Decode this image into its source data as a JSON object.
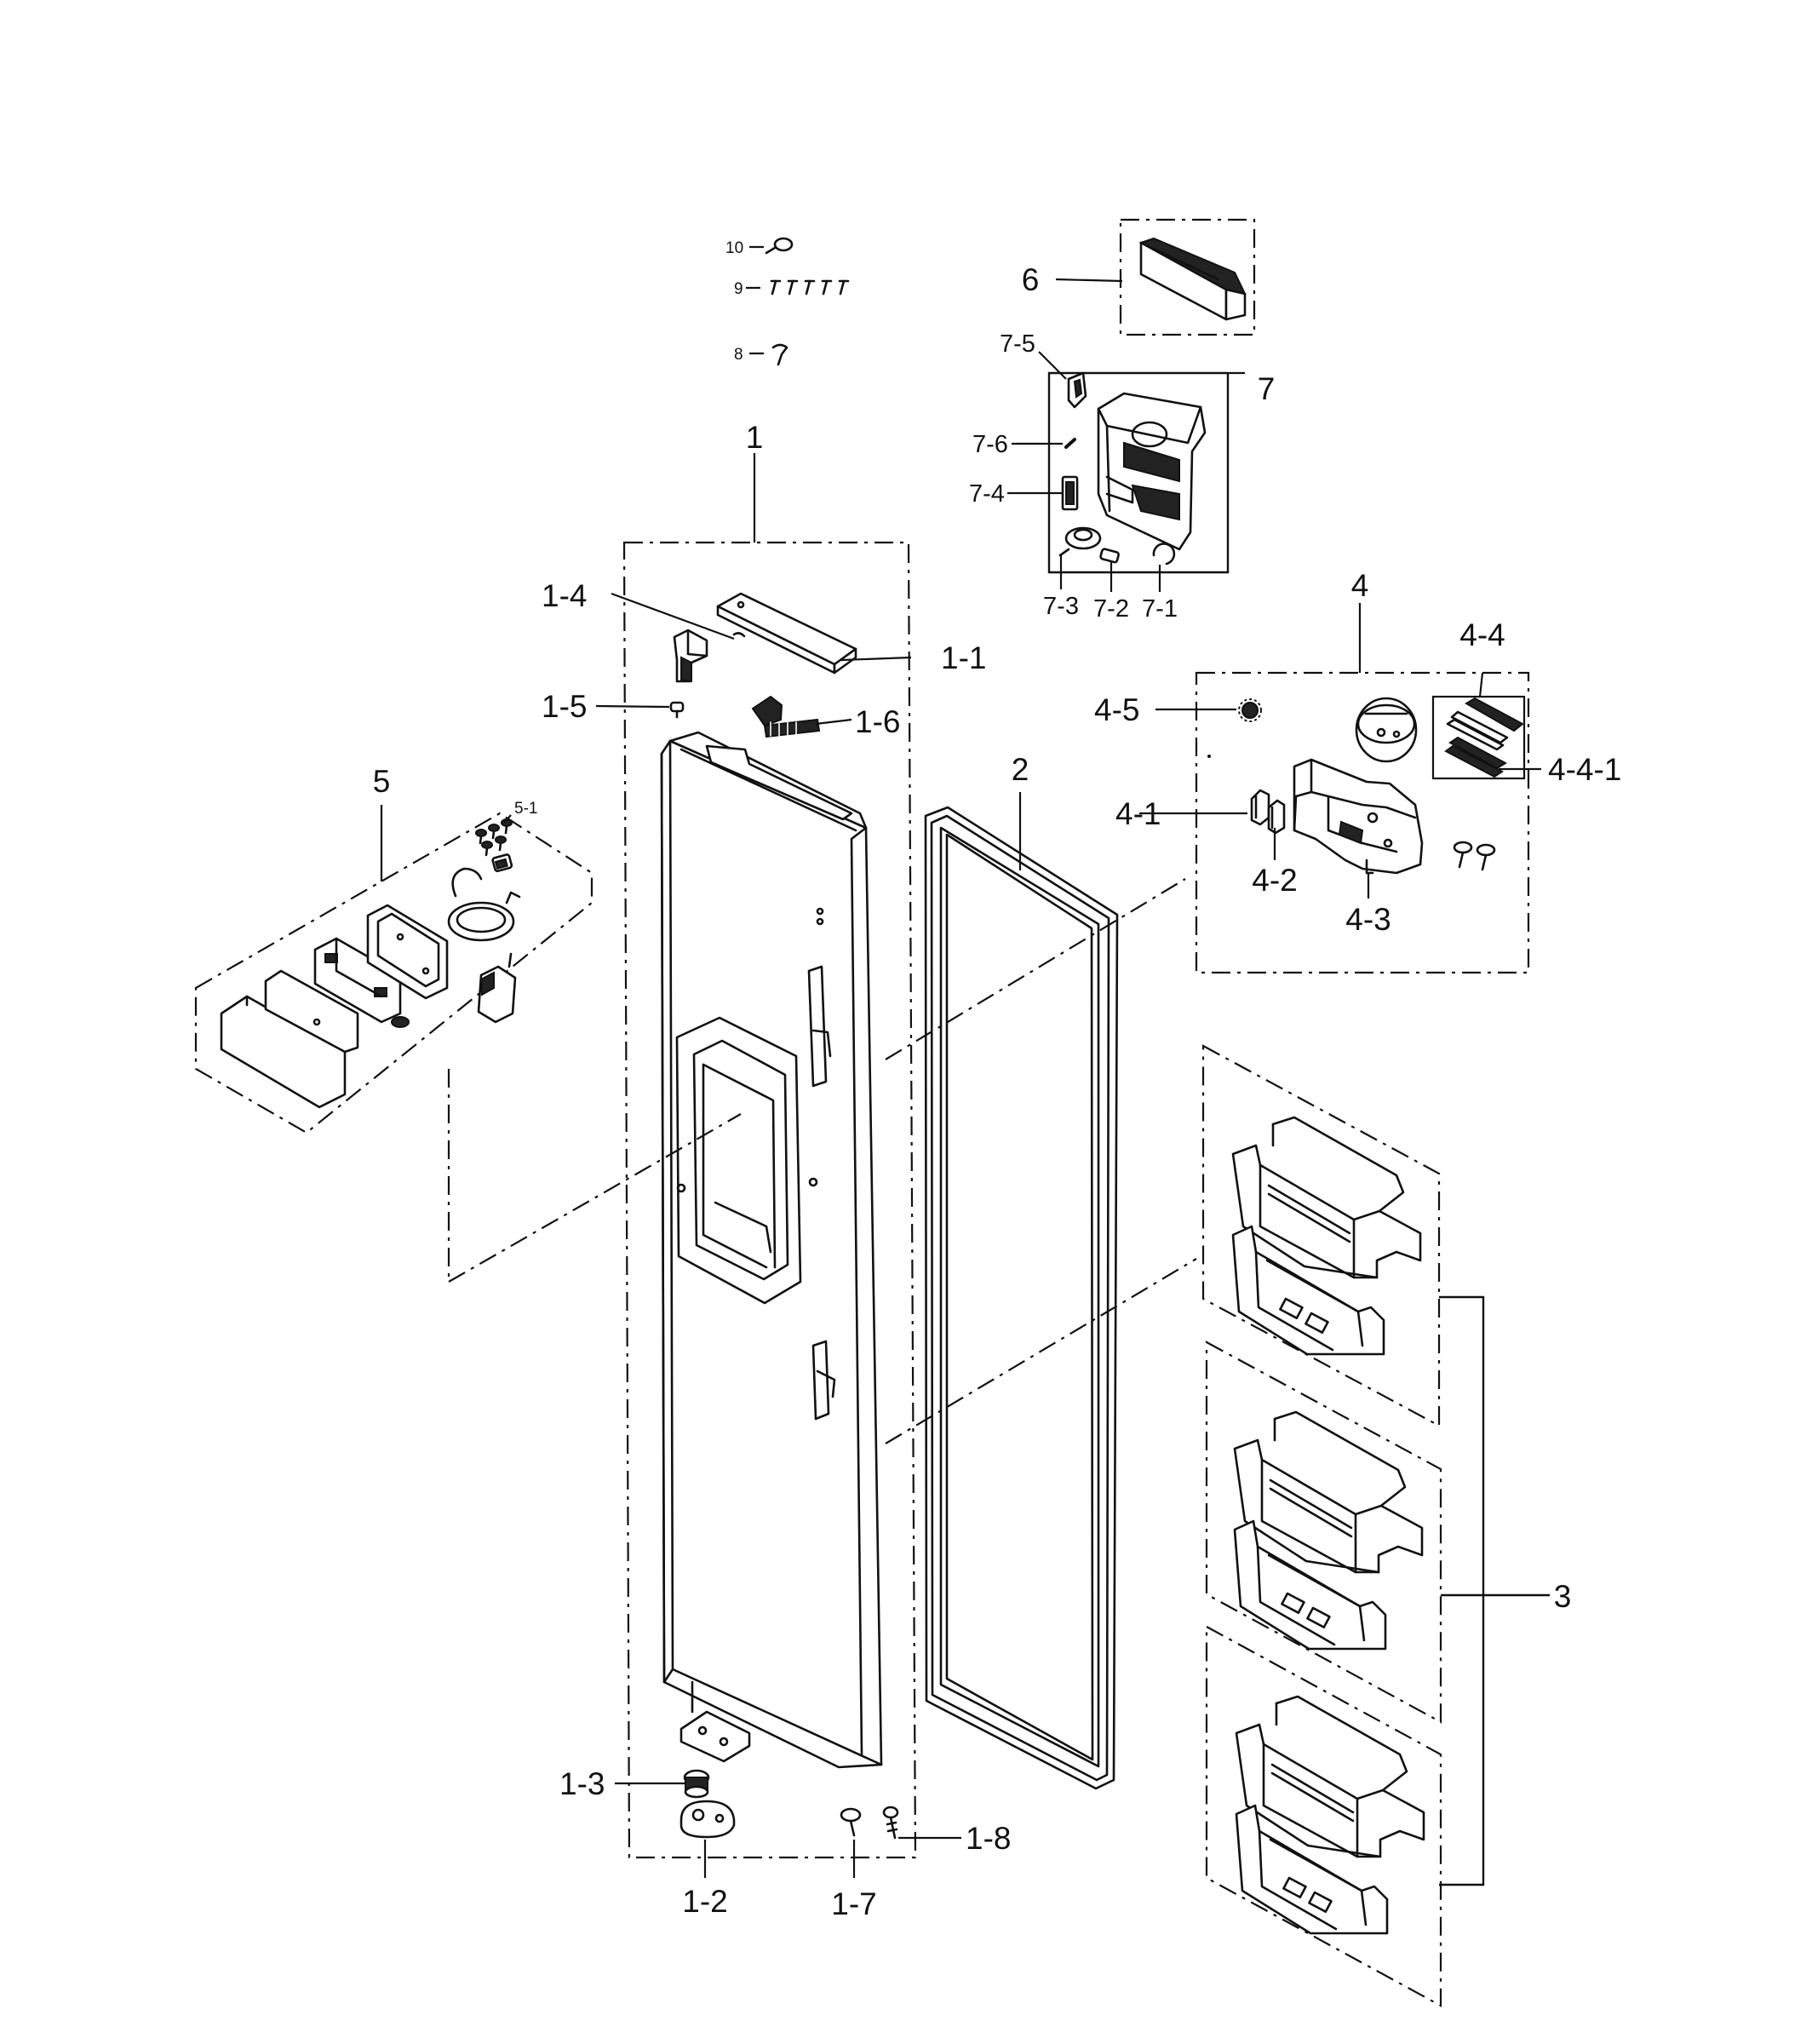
{
  "labels": {
    "p1": "1",
    "p1_1": "1-1",
    "p1_2": "1-2",
    "p1_3": "1-3",
    "p1_4": "1-4",
    "p1_5": "1-5",
    "p1_6": "1-6",
    "p1_7": "1-7",
    "p1_8": "1-8",
    "p2": "2",
    "p3": "3",
    "p4": "4",
    "p4_1": "4-1",
    "p4_2": "4-2",
    "p4_3": "4-3",
    "p4_4": "4-4",
    "p4_4_1": "4-4-1",
    "p4_5": "4-5",
    "p5": "5",
    "p5_1": "5-1",
    "p6": "6",
    "p7": "7",
    "p7_1": "7-1",
    "p7_2": "7-2",
    "p7_3": "7-3",
    "p7_4": "7-4",
    "p7_5": "7-5",
    "p7_6": "7-6",
    "p8": "8",
    "p9": "9",
    "p10": "10"
  }
}
